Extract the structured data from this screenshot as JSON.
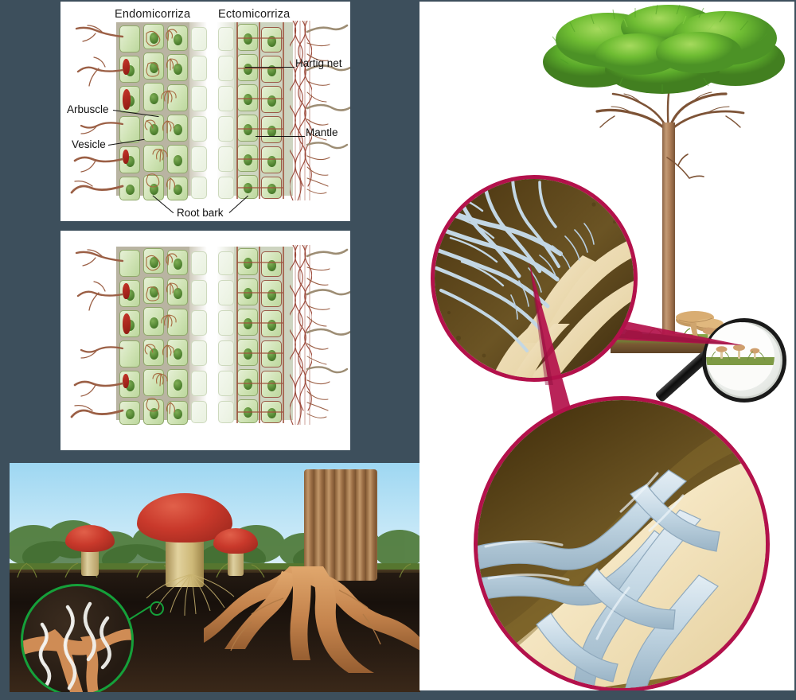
{
  "figure": {
    "background_color": "#3d4f5c",
    "panel_background": "#ffffff"
  },
  "panel_cell_diagram_labeled": {
    "name": "Endomycorrhiza and ectomycorrhiza root cross-section (labeled)",
    "titles": {
      "left": "Endomicorriza",
      "right": "Ectomicorriza"
    },
    "labels": {
      "arbuscle": "Arbuscle",
      "vesicle": "Vesicle",
      "hartig_net": "Hartig net",
      "mantle": "Mantle",
      "root_bark": "Root bark"
    },
    "colors": {
      "cell_fill": "#cfe3b4",
      "cell_border": "#8fa86a",
      "nucleus": "#4a7d2c",
      "vesicle": "#a3241a",
      "hypha": "#9b5f45",
      "bark": "#b9b4a2"
    }
  },
  "panel_cell_diagram_plain": {
    "name": "Endomycorrhiza and ectomycorrhiza root cross-section (unlabeled duplicate)",
    "titles": {
      "left": "",
      "right": ""
    }
  },
  "panel_forest_scene": {
    "name": "Forest floor cutaway with mushrooms and mycorrhizal roots",
    "elements": {
      "sky": "sky",
      "tree_line": "background-treeline",
      "mushroom_large": "red-cap-mushroom",
      "mushroom_small_left": "red-cap-mushroom",
      "mushroom_small_right": "red-cap-mushroom",
      "tree_trunk": "bark-trunk",
      "soil_cross_section": "soil-layer",
      "magnified_inset": "hyphae-on-root-inset"
    },
    "colors": {
      "mushroom_cap": "#c9392b",
      "mushroom_stem": "#ddcb95",
      "soil": "#1d140d",
      "root": "#c98a52",
      "inset_border": "#15a03a",
      "sky": "#9ed7f2"
    }
  },
  "panel_tree_mycorrhiza": {
    "name": "Pine tree with magnifier and two magnified mycorrhiza views",
    "elements": {
      "tree": "umbrella-pine-tree",
      "magnifier": "magnifying-glass",
      "ground_sample": "grass-and-soil-strip",
      "fungi_cluster": "bracket-fungi",
      "zoom_circle_upper": "mycelium-network-view",
      "zoom_circle_lower": "hyphae-closeup-view"
    },
    "colors": {
      "foliage": "#5eb331",
      "foliage_light": "#8ccf4a",
      "trunk": "#a97a54",
      "zoom_border": "#b3114b",
      "hyphae": "#c3d7e4",
      "root_cream": "#f3e3c0",
      "soil_brown": "#6b5424"
    }
  }
}
